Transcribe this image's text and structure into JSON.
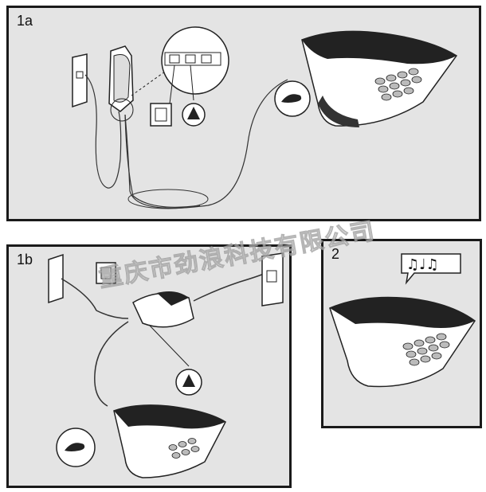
{
  "panels": {
    "p1a": {
      "label": "1a"
    },
    "p1b": {
      "label": "1b"
    },
    "p2": {
      "label": "2"
    }
  },
  "watermark": "重庆市劲浪科技有限公司",
  "icons": {
    "phone_jack": "phone-jack-icon",
    "conference_phone": "conference-phone-icon",
    "handset": "handset-icon",
    "music_notes": "music-notes-icon"
  }
}
